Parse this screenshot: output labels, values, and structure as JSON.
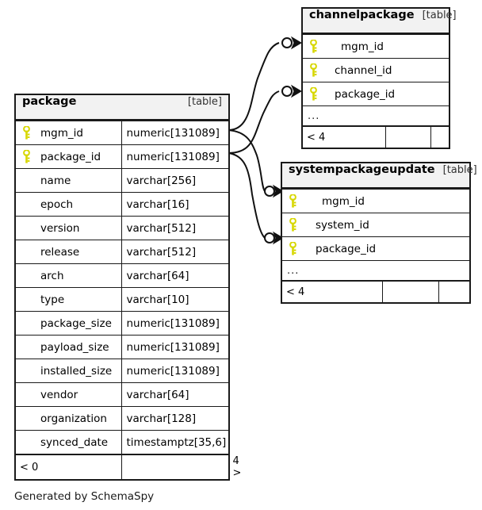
{
  "diagram": {
    "title": "package",
    "caption": "Generated by SchemaSpy",
    "table_tag": "[table]",
    "ellipsis": "...",
    "key_icon": "key-icon",
    "accent_key_color": "#d7d700",
    "border_color": "#1a1a1a",
    "header_bg": "#f2f2f2",
    "background": "#ffffff"
  },
  "tables": {
    "package": {
      "name": "package",
      "tag": "[table]",
      "columns": [
        {
          "key": true,
          "name": "mgm_id",
          "type": "numeric[131089]"
        },
        {
          "key": true,
          "name": "package_id",
          "type": "numeric[131089]"
        },
        {
          "key": false,
          "name": "name",
          "type": "varchar[256]"
        },
        {
          "key": false,
          "name": "epoch",
          "type": "varchar[16]"
        },
        {
          "key": false,
          "name": "version",
          "type": "varchar[512]"
        },
        {
          "key": false,
          "name": "release",
          "type": "varchar[512]"
        },
        {
          "key": false,
          "name": "arch",
          "type": "varchar[64]"
        },
        {
          "key": false,
          "name": "type",
          "type": "varchar[10]"
        },
        {
          "key": false,
          "name": "package_size",
          "type": "numeric[131089]"
        },
        {
          "key": false,
          "name": "payload_size",
          "type": "numeric[131089]"
        },
        {
          "key": false,
          "name": "installed_size",
          "type": "numeric[131089]"
        },
        {
          "key": false,
          "name": "vendor",
          "type": "varchar[64]"
        },
        {
          "key": false,
          "name": "organization",
          "type": "varchar[128]"
        },
        {
          "key": false,
          "name": "synced_date",
          "type": "timestamptz[35,6]"
        }
      ],
      "footer": {
        "left": "< 0",
        "middle": "",
        "right": "4 >"
      }
    },
    "channelpackage": {
      "name": "channelpackage",
      "tag": "[table]",
      "columns": [
        {
          "key": true,
          "name": "mgm_id"
        },
        {
          "key": true,
          "name": "channel_id"
        },
        {
          "key": true,
          "name": "package_id"
        }
      ],
      "ellipsis": "...",
      "footer": {
        "left": "< 4",
        "middle": "",
        "right": ""
      }
    },
    "systempackageupdate": {
      "name": "systempackageupdate",
      "tag": "[table]",
      "columns": [
        {
          "key": true,
          "name": "mgm_id"
        },
        {
          "key": true,
          "name": "system_id"
        },
        {
          "key": true,
          "name": "package_id"
        }
      ],
      "ellipsis": "...",
      "footer": {
        "left": "< 4",
        "middle": "",
        "right": ""
      }
    }
  },
  "relationships": [
    {
      "from": "package.mgm_id",
      "to": "channelpackage.mgm_id",
      "notation": "crows-foot-optional"
    },
    {
      "from": "package.package_id",
      "to": "channelpackage.package_id",
      "notation": "crows-foot-optional"
    },
    {
      "from": "package.mgm_id",
      "to": "systempackageupdate.mgm_id",
      "notation": "crows-foot-optional"
    },
    {
      "from": "package.package_id",
      "to": "systempackageupdate.package_id",
      "notation": "crows-foot-optional"
    }
  ]
}
